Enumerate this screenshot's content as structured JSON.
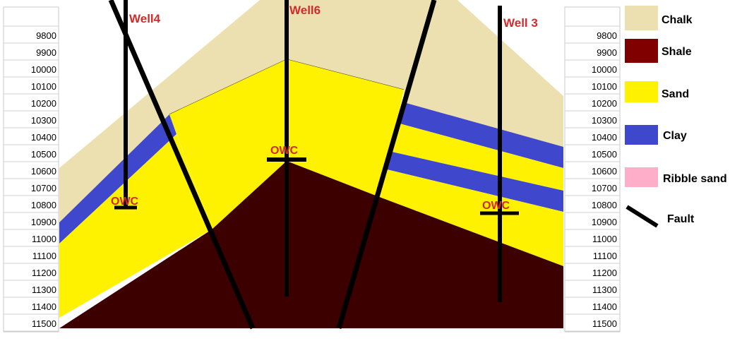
{
  "depth_axis": {
    "labels": [
      "9800",
      "9900",
      "10000",
      "10100",
      "10200",
      "10300",
      "10400",
      "10500",
      "10600",
      "10700",
      "10800",
      "10900",
      "11000",
      "11100",
      "11200",
      "11300",
      "11400",
      "11500"
    ]
  },
  "wells": [
    {
      "name": "Well4",
      "owc_label": "OWC"
    },
    {
      "name": "Well6",
      "owc_label": "OWC"
    },
    {
      "name": "Well 3",
      "owc_label": "OWC"
    }
  ],
  "legend": {
    "items": [
      {
        "label": "Chalk",
        "color": "#ede0b0"
      },
      {
        "label": "Shale",
        "color": "#800000"
      },
      {
        "label": "Sand",
        "color": "#fff200"
      },
      {
        "label": "Clay",
        "color": "#3f48cc"
      },
      {
        "label": "Ribble sand",
        "color": "#ffaec9"
      },
      {
        "label": "Fault",
        "color": "#000000"
      }
    ]
  },
  "colors": {
    "chalk": "#ede0b0",
    "clay": "#3f48cc",
    "sand": "#fff200",
    "shale": "#3c0000",
    "fault": "#000000",
    "owc": "#d22b2b"
  }
}
